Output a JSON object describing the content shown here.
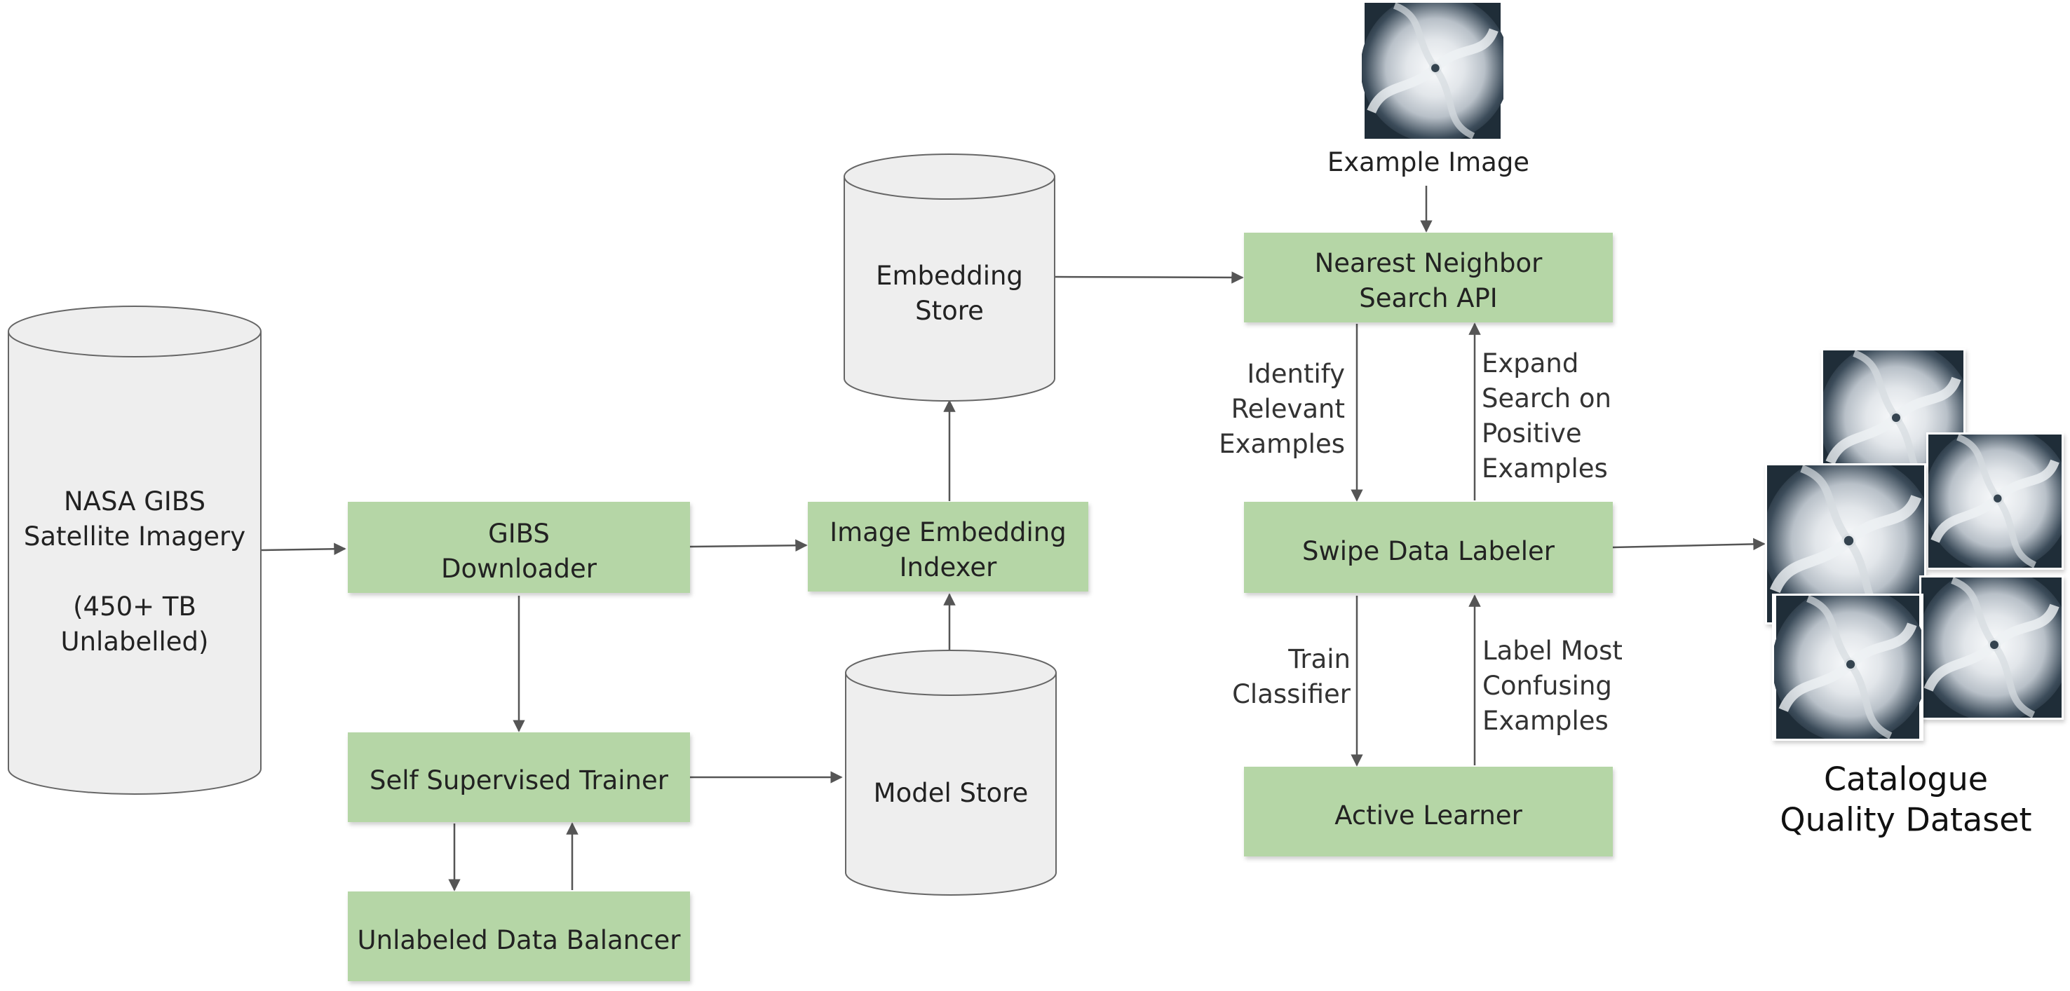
{
  "stores": {
    "nasa_gibs": {
      "lines": [
        "NASA GIBS",
        "Satellite Imagery",
        "",
        "(450+ TB",
        "Unlabelled)"
      ]
    },
    "embedding_store": {
      "lines": [
        "Embedding",
        "Store"
      ]
    },
    "model_store": {
      "lines": [
        "Model Store"
      ]
    }
  },
  "processes": {
    "gibs_downloader": {
      "lines": [
        "GIBS",
        "Downloader"
      ]
    },
    "self_supervised_trainer": {
      "lines": [
        "Self Supervised Trainer"
      ]
    },
    "unlabeled_data_balancer": {
      "lines": [
        "Unlabeled Data Balancer"
      ]
    },
    "image_embedding_indexer": {
      "lines": [
        "Image Embedding",
        "Indexer"
      ]
    },
    "nearest_neighbor_search_api": {
      "lines": [
        "Nearest Neighbor",
        "Search API"
      ]
    },
    "swipe_data_labeler": {
      "lines": [
        "Swipe Data Labeler"
      ]
    },
    "active_learner": {
      "lines": [
        "Active Learner"
      ]
    }
  },
  "edge_labels": {
    "identify": [
      "Identify",
      "Relevant",
      "Examples"
    ],
    "expand": [
      "Expand",
      "Search on",
      "Positive",
      "Examples"
    ],
    "train": [
      "Train",
      "Classifier"
    ],
    "label_most": [
      "Label Most",
      "Confusing",
      "Examples"
    ]
  },
  "example_image": {
    "caption": "Example Image"
  },
  "output": {
    "lines": [
      "Catalogue",
      "Quality Dataset"
    ]
  },
  "colors": {
    "process_fill": "#b5d6a6",
    "store_fill": "#eeeeee",
    "store_stroke": "#666666",
    "arrow": "#555555",
    "cloud": "#f2f4f6",
    "ocean": "#1f2d38"
  }
}
